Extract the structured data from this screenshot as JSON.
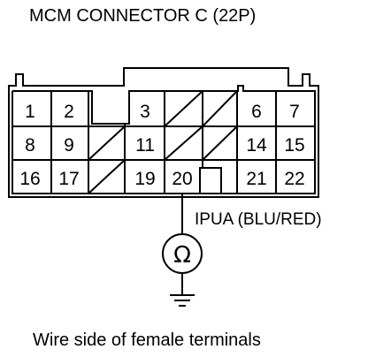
{
  "title": "MCM CONNECTOR C (22P)",
  "caption": "Wire side of female terminals",
  "wire_label": "IPUA (BLU/RED)",
  "meter_symbol": "Ω",
  "meter_icon": "ohmmeter-icon",
  "ground_icon": "ground-icon",
  "rows": [
    [
      "1",
      "2",
      "",
      "3",
      "",
      "",
      "6",
      "7"
    ],
    [
      "8",
      "9",
      "",
      "11",
      "",
      "",
      "14",
      "15"
    ],
    [
      "16",
      "17",
      "",
      "19",
      "20",
      "",
      "21",
      "22"
    ]
  ],
  "probe_terminal": "20"
}
